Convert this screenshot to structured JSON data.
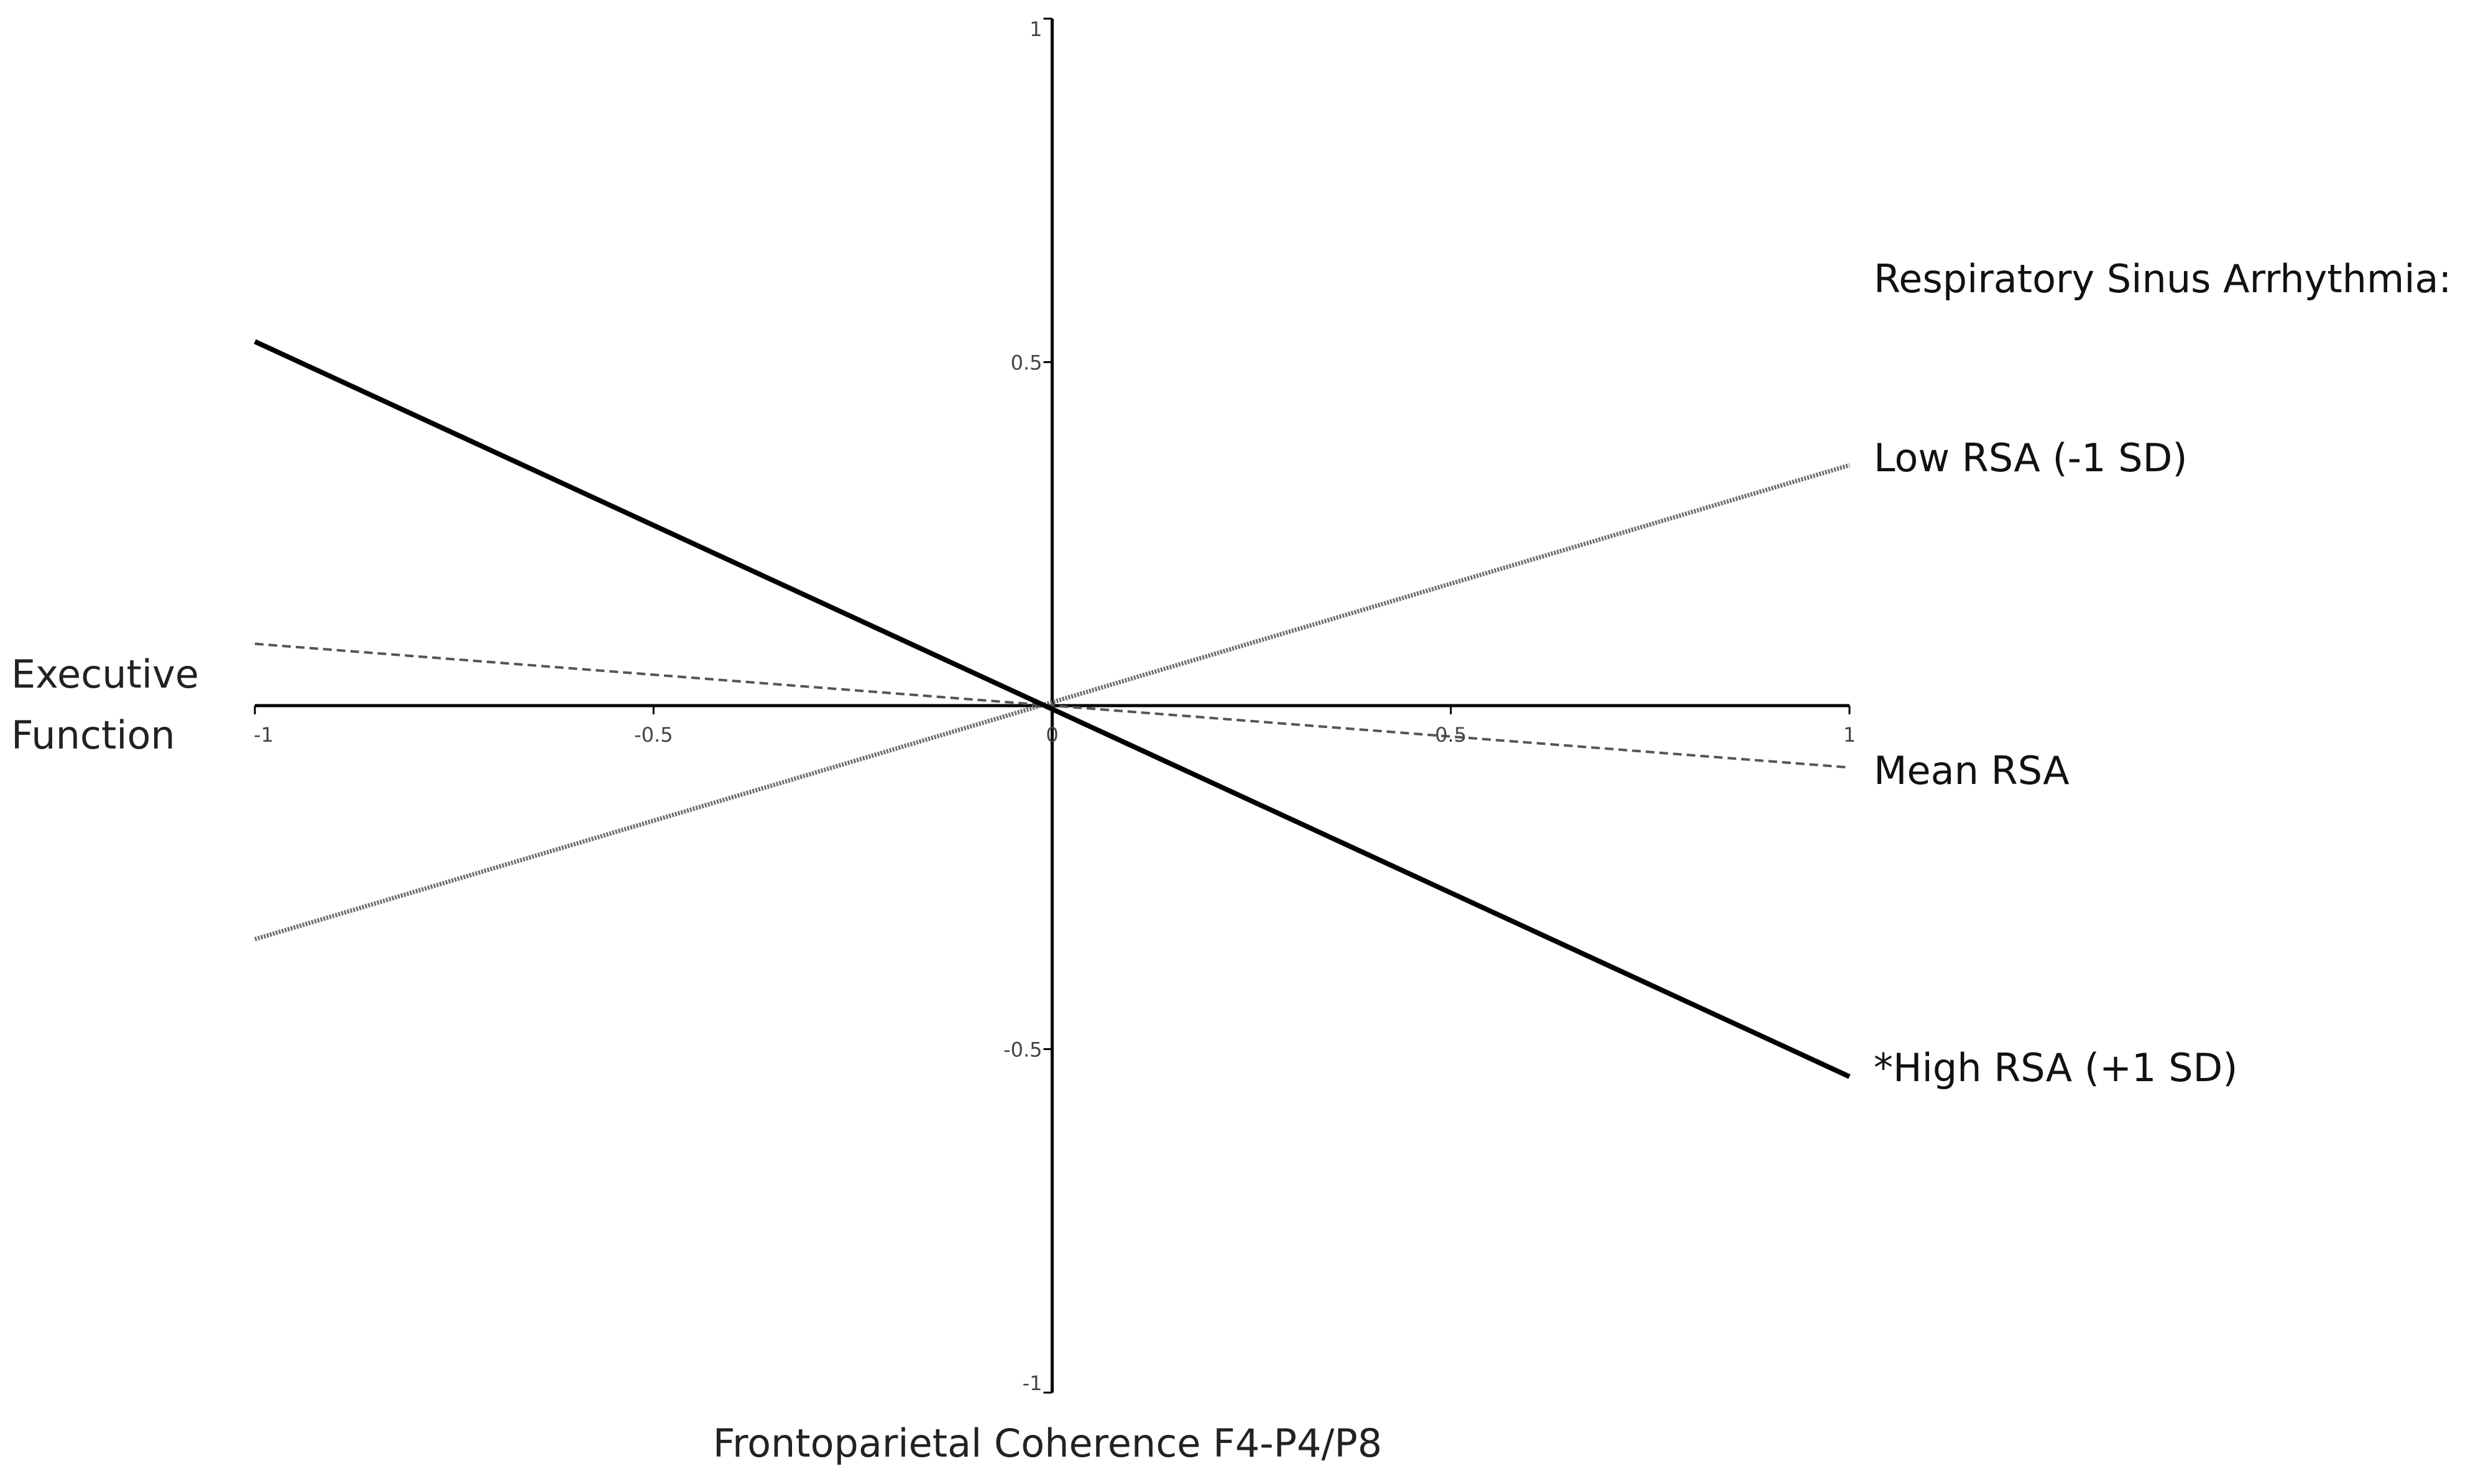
{
  "chart_data": {
    "type": "line",
    "title": "",
    "xlabel": "Frontoparietal Coherence F4-P4/P8",
    "ylabel_lines": [
      "Executive",
      "Function"
    ],
    "xlim": [
      -1,
      1
    ],
    "ylim": [
      -1,
      1
    ],
    "x_ticks": [
      -1,
      -0.5,
      0,
      0.5,
      1
    ],
    "x_tick_labels": [
      "-1",
      "-0.5",
      "0",
      "0.5",
      "1"
    ],
    "y_ticks": [
      1,
      0.5,
      -0.5,
      -1
    ],
    "y_tick_labels": [
      "1",
      "0.5",
      "-0.5",
      "-1"
    ],
    "grid": false,
    "legend_title": "Respiratory Sinus Arrhythmia:",
    "legend_placement": "right",
    "x": [
      -1,
      1
    ],
    "series": [
      {
        "name": "Low RSA (-1 SD)",
        "values": [
          -0.34,
          0.35
        ],
        "style": "dotted",
        "color": "#6e6e6e"
      },
      {
        "name": "Mean RSA",
        "values": [
          0.09,
          -0.09
        ],
        "style": "dashed",
        "color": "#555555"
      },
      {
        "name": "*High RSA (+1 SD)",
        "values": [
          0.53,
          -0.54
        ],
        "style": "solid",
        "color": "#000000"
      }
    ]
  }
}
